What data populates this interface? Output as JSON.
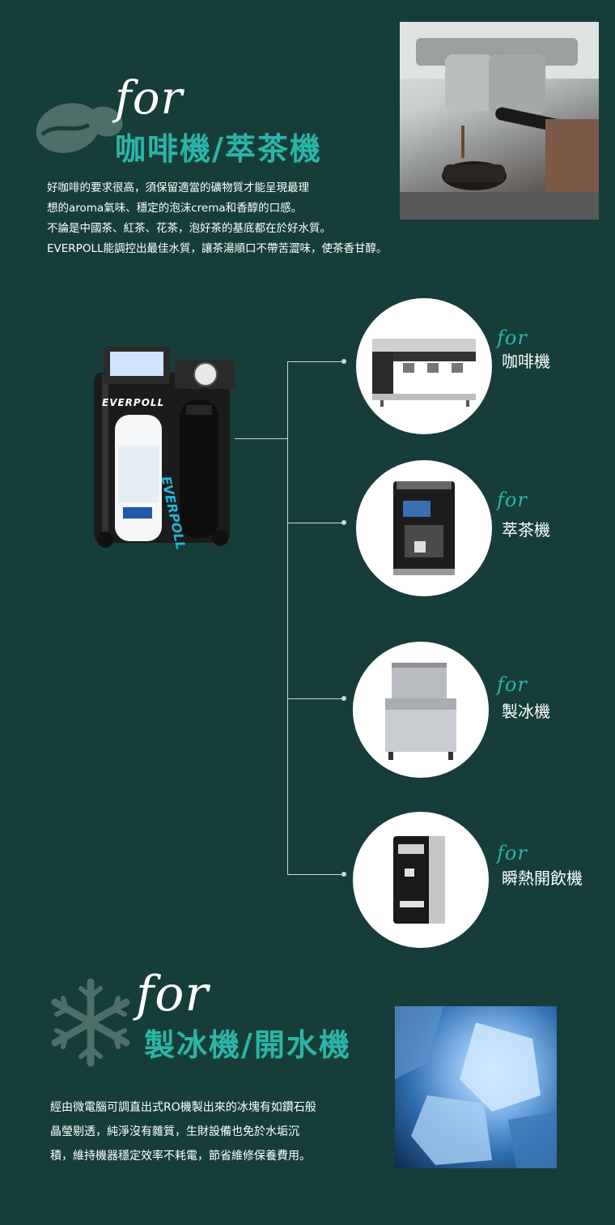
{
  "section1": {
    "for_word": "for",
    "title": "咖啡機/萃茶機",
    "paragraph": [
      "好咖啡的要求很高，須保留適當的礦物質才能呈現最理",
      "想的aroma氣味、穩定的泡沫crema和香醇的口感。",
      "不論是中國茶、紅茶、花茶，泡好茶的基底都在於好水質。",
      "EVERPOLL能調控出最佳水質，讓茶湯順口不帶苦澀味，使茶香甘醇。"
    ]
  },
  "device": {
    "brand_top": "EVERPOLL",
    "brand_side": "EVERPOLL"
  },
  "applications": [
    {
      "for_word": "for",
      "label": "咖啡機",
      "icon": "espresso-machine"
    },
    {
      "for_word": "for",
      "label": "萃茶機",
      "icon": "tea-brewer"
    },
    {
      "for_word": "for",
      "label": "製冰機",
      "icon": "ice-maker"
    },
    {
      "for_word": "for",
      "label": "瞬熱開飲機",
      "icon": "instant-hot-water-dispenser"
    }
  ],
  "section2": {
    "for_word": "for",
    "title": "製冰機/開水機",
    "paragraph": [
      "經由微電腦可調直出式RO機製出來的冰塊有如鑽石般",
      "晶瑩剔透，純淨沒有雜質，生財設備也免於水垢沉",
      "積，維持機器穩定效率不耗電，節省維修保養費用。"
    ]
  },
  "colors": {
    "background": "#163d3a",
    "accent": "#2bb5a8",
    "text": "#ffffff",
    "line": "#cfd8d6"
  }
}
